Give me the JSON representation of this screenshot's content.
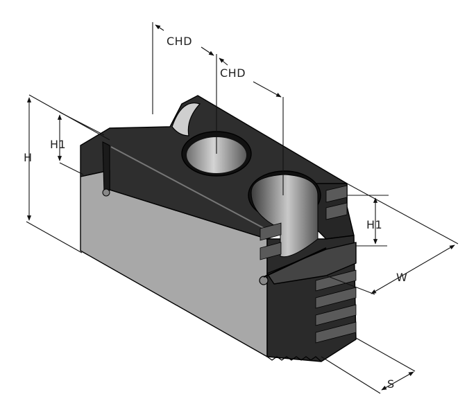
{
  "labels": {
    "chd_top": "CHD",
    "chd_second": "CHD",
    "h": "H",
    "h1_left": "H1",
    "h1_right": "H1",
    "w": "W",
    "s": "S"
  },
  "colors": {
    "body_dark": "#2b2b2b",
    "face_grey": "#a9a9a9",
    "shadow": "#1a1a1a",
    "bore": "#b5b5b5"
  }
}
